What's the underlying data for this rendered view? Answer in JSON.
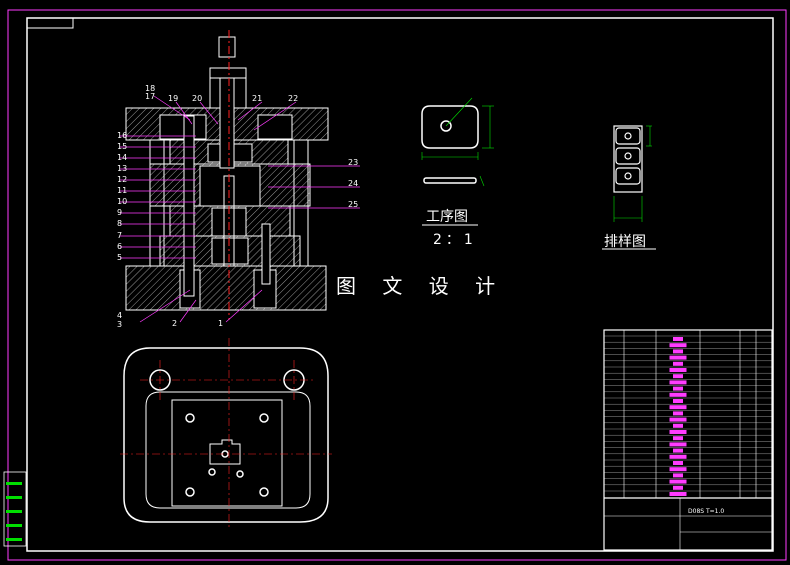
{
  "title_marks": {
    "watermark": "图 文 设 计",
    "process_drawing": "工序图",
    "scale": "2：1",
    "strip_layout": "排样图"
  },
  "balloons_left": [
    "18",
    "17",
    "16",
    "15",
    "14",
    "13",
    "12",
    "11",
    "10",
    "9",
    "8",
    "7",
    "6",
    "5",
    "4",
    "3"
  ],
  "balloons_top": [
    "19",
    "20",
    "21",
    "22"
  ],
  "balloons_right": [
    "23",
    "24",
    "25"
  ],
  "balloons_bottom": [
    "2",
    "1"
  ],
  "title_block": {
    "material": "D08S  T=1.0"
  },
  "colors": {
    "outline": "#ffffff",
    "leader": "#ff3cff",
    "dimension": "#00e000",
    "center_line": "#ff2020",
    "frame": "#ff3cff"
  }
}
